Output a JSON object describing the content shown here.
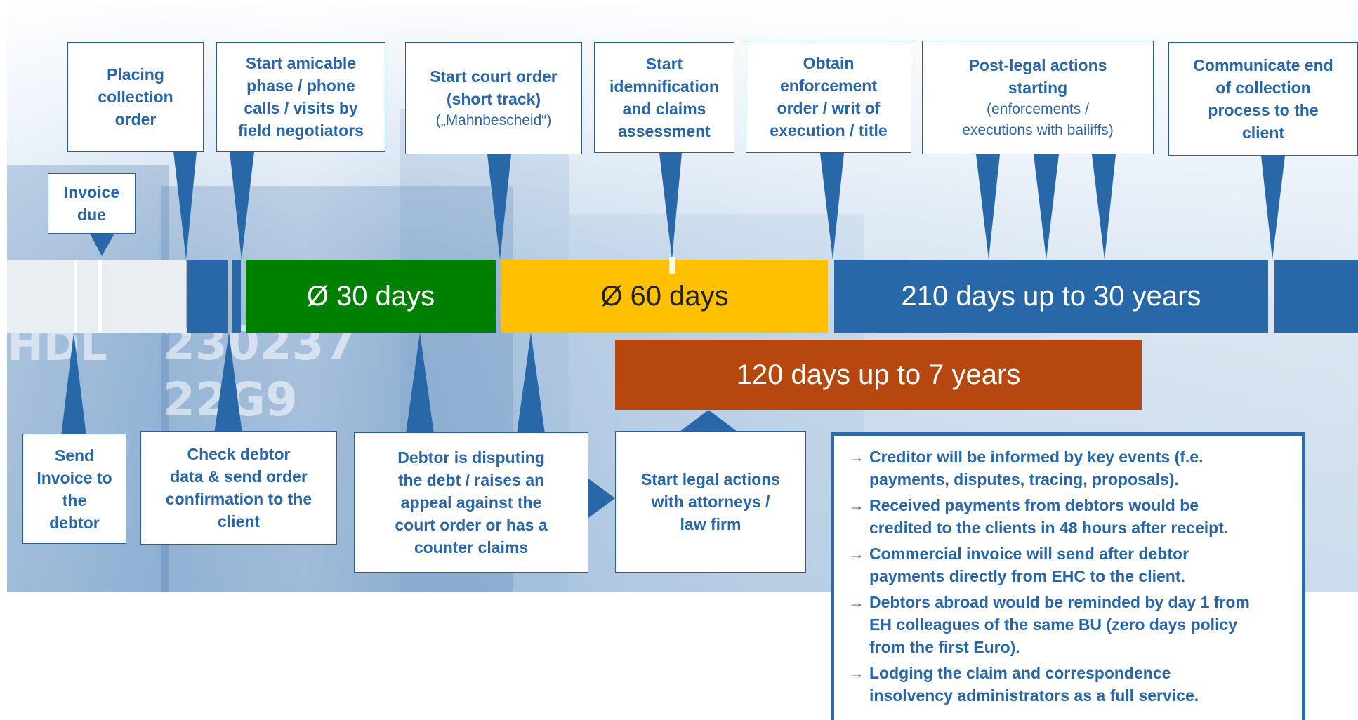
{
  "colors": {
    "blue": "#2968a8",
    "green": "#008000",
    "amber": "#ffc000",
    "rust": "#b5470f",
    "callout_text": "#2766a8",
    "light": "#e9eef3"
  },
  "timeline": {
    "segments": [
      {
        "label": "Ø 30 days",
        "color": "#008000"
      },
      {
        "label": "Ø 60 days",
        "color": "#ffc000"
      },
      {
        "label": "210 days up to 30 years",
        "color": "#2968a8"
      }
    ],
    "legal_bar": {
      "label": "120 days up to 7 years",
      "color": "#b5470f"
    }
  },
  "top_callouts": {
    "invoice_due": {
      "lines": [
        "Invoice",
        "due"
      ]
    },
    "placing_order": {
      "lines": [
        "Placing",
        "collection",
        "order"
      ]
    },
    "amicable_phase": {
      "lines": [
        "Start amicable",
        "phase / phone",
        "calls / visits by",
        "field negotiators"
      ]
    },
    "court_order": {
      "lines": [
        "Start court order",
        "(short track)"
      ],
      "sub": "(„Mahnbescheid“)"
    },
    "idemnification": {
      "lines": [
        "Start",
        "idemnification",
        "and claims",
        "assessment"
      ]
    },
    "enforcement_order": {
      "lines": [
        "Obtain",
        "enforcement",
        "order / writ of",
        "execution / title"
      ]
    },
    "post_legal": {
      "lines": [
        "Post-legal actions",
        "starting"
      ],
      "sub_lines": [
        "(enforcements /",
        "executions with bailiffs)"
      ]
    },
    "end_process": {
      "lines": [
        "Communicate end",
        "of collection",
        "process to the",
        "client"
      ]
    }
  },
  "bottom_callouts": {
    "send_invoice": {
      "lines": [
        "Send",
        "Invoice to",
        "the",
        "debtor"
      ]
    },
    "check_debtor": {
      "lines": [
        "Check debtor",
        "data & send order",
        "confirmation to the",
        "client"
      ]
    },
    "disputing": {
      "lines": [
        "Debtor is disputing",
        "the debt / raises an",
        "appeal against the",
        "court order or has a",
        "counter claims"
      ]
    },
    "legal_actions": {
      "lines": [
        "Start legal actions",
        "with attorneys /",
        "law firm"
      ]
    }
  },
  "notes": {
    "arrow": "→",
    "items": [
      [
        "Creditor will be informed by key events (f.e.",
        "payments, disputes, tracing, proposals)."
      ],
      [
        "Received payments from debtors would be",
        "credited to the clients in 48 hours after receipt."
      ],
      [
        "Commercial invoice will send after debtor",
        "payments directly from EHC to the client."
      ],
      [
        "Debtors abroad would be reminded by day 1 from",
        "EH colleagues of the same BU (zero days policy",
        "from the first Euro)."
      ],
      [
        "Lodging the claim and correspondence",
        "insolvency administrators as a full service."
      ]
    ]
  }
}
